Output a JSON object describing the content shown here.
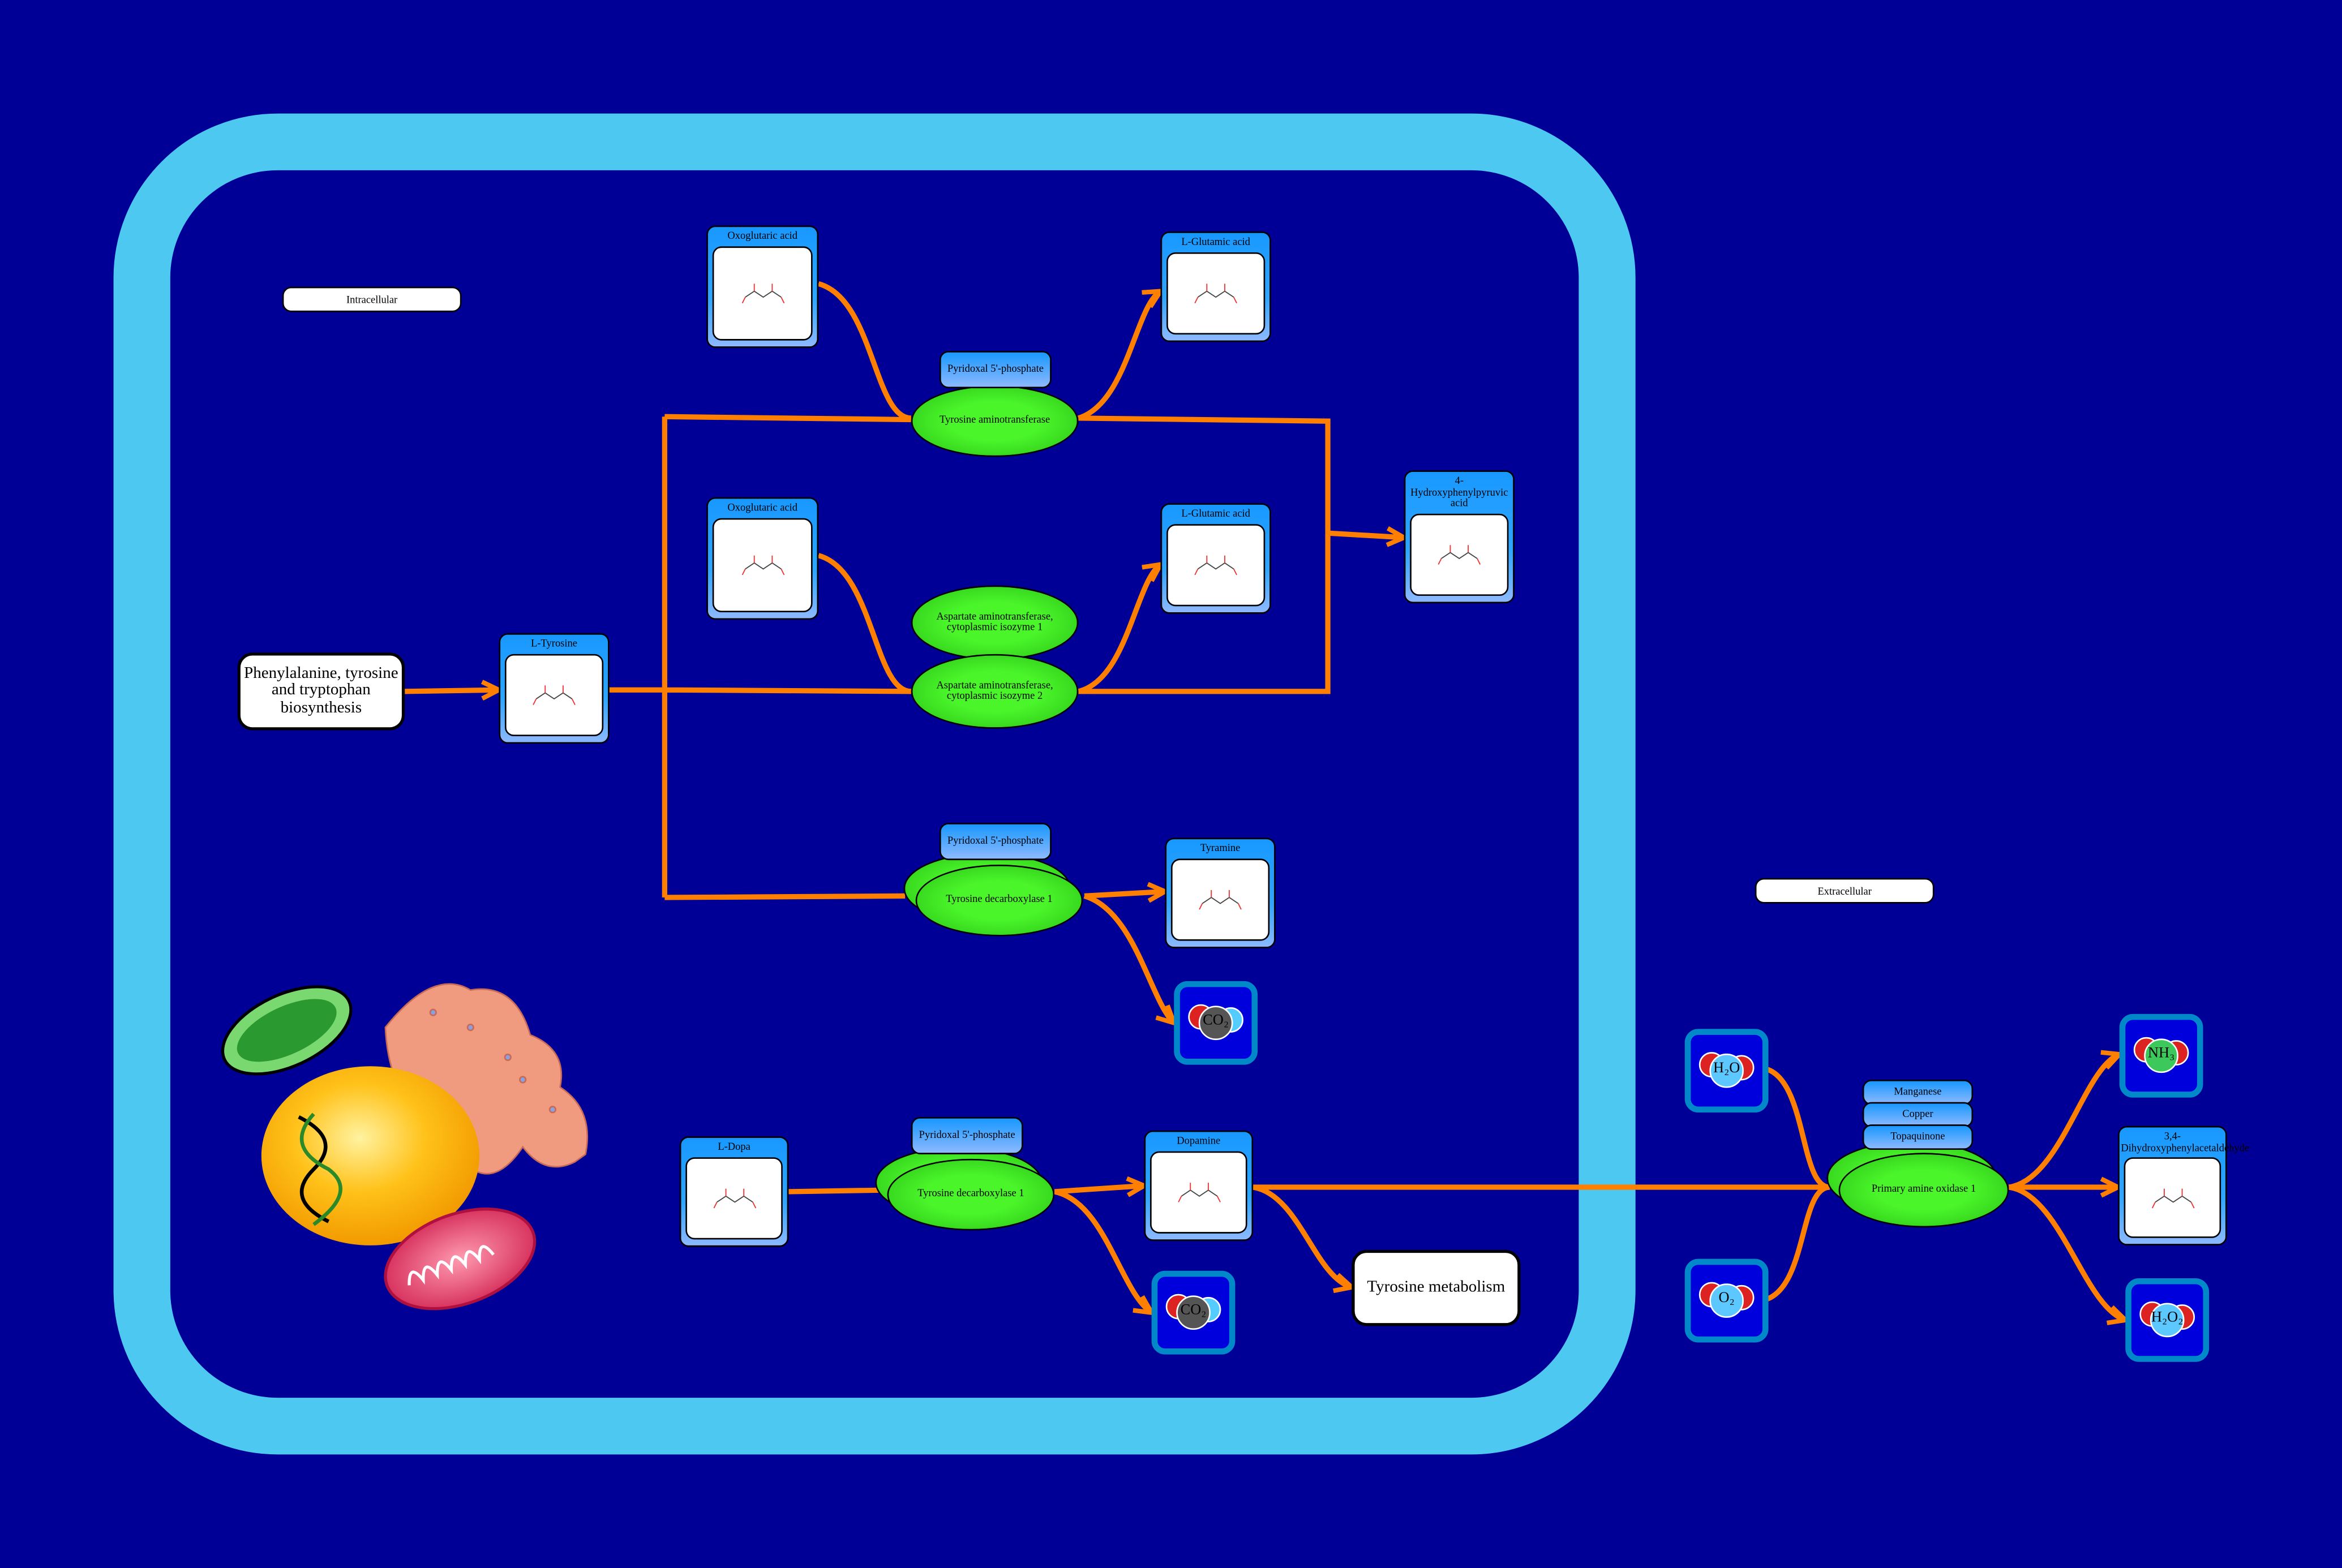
{
  "colors": {
    "background": "#000096",
    "cell_membrane": "#4dc8f0",
    "edge": "#ff8000",
    "enzyme": "#44ee22",
    "metabolite": "#2fa6ff"
  },
  "compartments": [
    "Intracellular",
    "Extracellular"
  ],
  "pathways": [
    "Phenylalanine, tyrosine and tryptophan biosynthesis",
    "Tyrosine metabolism"
  ],
  "metabolites": [
    {
      "label": "Oxoglutaric acid"
    },
    {
      "label": "L-Glutamic acid"
    },
    {
      "label": "Oxoglutaric acid"
    },
    {
      "label": "L-Glutamic acid"
    },
    {
      "label": "4-Hydroxyphenylpyruvic acid"
    },
    {
      "label": "L-Tyrosine"
    },
    {
      "label": "Tyramine"
    },
    {
      "label": "L-Dopa"
    },
    {
      "label": "Dopamine"
    },
    {
      "label": "3,4-Dihydroxyphenylacetaldehyde"
    }
  ],
  "small_molecules": [
    {
      "label": "CO₂"
    },
    {
      "label": "CO₂"
    },
    {
      "label": "H₂O"
    },
    {
      "label": "O₂"
    },
    {
      "label": "NH₃"
    },
    {
      "label": "H₂O₂"
    }
  ],
  "enzymes": [
    {
      "label": "Tyrosine aminotransferase"
    },
    {
      "label": "Aspartate aminotransferase, cytoplasmic isozyme 1"
    },
    {
      "label": "Aspartate aminotransferase, cytoplasmic isozyme 2"
    },
    {
      "label": "Tyrosine decarboxylase 1"
    },
    {
      "label": "Tyrosine decarboxylase 1"
    },
    {
      "label": "Primary amine oxidase 1"
    }
  ],
  "cofactors": [
    {
      "label": "Pyridoxal 5'-phosphate"
    },
    {
      "label": "Pyridoxal 5'-phosphate"
    },
    {
      "label": "Pyridoxal 5'-phosphate"
    },
    {
      "label": "Manganese"
    },
    {
      "label": "Copper"
    },
    {
      "label": "Topaquinone"
    }
  ]
}
